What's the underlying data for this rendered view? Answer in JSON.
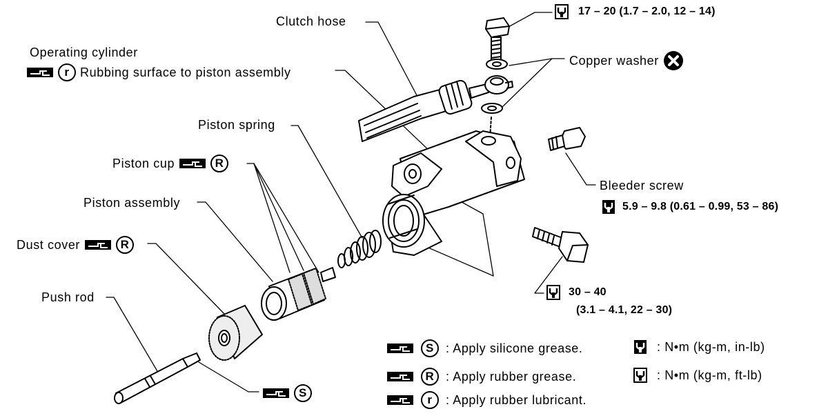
{
  "labels": {
    "clutch_hose": "Clutch hose",
    "operating_cylinder": "Operating cylinder",
    "rubbing_surface": "Rubbing surface to piston assembly",
    "piston_spring": "Piston spring",
    "piston_cup": "Piston cup",
    "piston_assembly": "Piston assembly",
    "dust_cover": "Dust cover",
    "push_rod": "Push rod",
    "copper_washer": "Copper washer",
    "bleeder_screw": "Bleeder screw"
  },
  "torques": {
    "hose_bolt": "17 – 20 (1.7 – 2.0, 12 – 14)",
    "bleeder_screw": "5.9 – 9.8 (0.61 – 0.99, 53 – 86)",
    "mount_bolt_line1": "30 – 40",
    "mount_bolt_line2": "(3.1 – 4.1, 22 – 30)"
  },
  "symbols": {
    "silicone": "S",
    "rubber_grease": "R",
    "rubber_lubricant": "r"
  },
  "legend": {
    "silicone_text": ": Apply silicone grease.",
    "rubber_grease_text": ": Apply rubber grease.",
    "rubber_lubricant_text": ": Apply rubber lubricant.",
    "unit_in_lb": ": N•m (kg-m, in-lb)",
    "unit_ft_lb": ": N•m (kg-m, ft-lb)"
  },
  "icons": [
    "grease-gun-icon",
    "wrench-icon",
    "do-not-reuse-icon"
  ]
}
